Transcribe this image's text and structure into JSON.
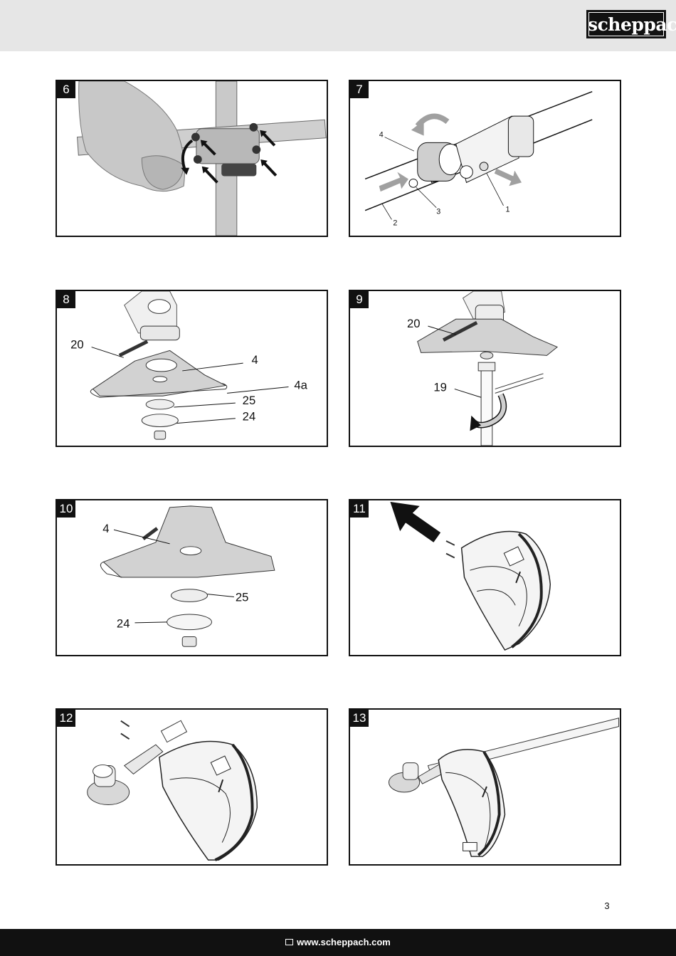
{
  "header": {
    "logo_text": "scheppach"
  },
  "figures": [
    {
      "number": "6",
      "labels": []
    },
    {
      "number": "7",
      "labels": [
        "4",
        "3",
        "2",
        "1"
      ]
    },
    {
      "number": "8",
      "labels": [
        "20",
        "4",
        "4a",
        "25",
        "24"
      ]
    },
    {
      "number": "9",
      "labels": [
        "20",
        "19"
      ]
    },
    {
      "number": "10",
      "labels": [
        "4",
        "25",
        "24"
      ]
    },
    {
      "number": "11",
      "labels": []
    },
    {
      "number": "12",
      "labels": []
    },
    {
      "number": "13",
      "labels": []
    }
  ],
  "page_number": "3",
  "footer": {
    "website": "www.scheppach.com"
  },
  "colors": {
    "header_bg": "#e6e6e6",
    "footer_bg": "#111111",
    "figure_border": "#111111",
    "arrow_gray": "#9a9a9a"
  }
}
